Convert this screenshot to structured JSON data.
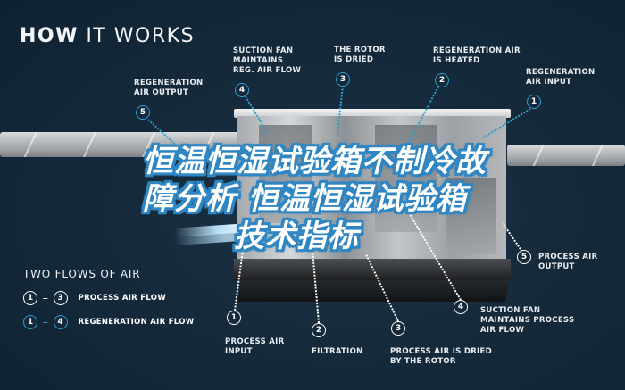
{
  "header": {
    "title_bold": "HOW",
    "title_rest": " IT WORKS"
  },
  "overlay_title": {
    "line1": "恒温恒湿试验箱不制冷故",
    "line2": "障分析  恒温恒湿试验箱",
    "line3": "技术指标"
  },
  "regeneration_steps": [
    {
      "num": "5",
      "label": "REGENERATION\nAIR OUTPUT"
    },
    {
      "num": "4",
      "label": "SUCTION FAN\nMAINTAINS\nREG. AIR FLOW"
    },
    {
      "num": "3",
      "label": "THE ROTOR\nIS DRIED"
    },
    {
      "num": "2",
      "label": "REGENERATION AIR\nIS HEATED"
    },
    {
      "num": "1",
      "label": "REGENERATION\nAIR INPUT"
    }
  ],
  "process_steps": [
    {
      "num": "1",
      "label": "PROCESS AIR\nINPUT"
    },
    {
      "num": "2",
      "label": "FILTRATION"
    },
    {
      "num": "3",
      "label": "PROCESS AIR IS DRIED\nBY THE ROTOR"
    },
    {
      "num": "4",
      "label": "SUCTION FAN\nMAINTAINS PROCESS\nAIR FLOW"
    },
    {
      "num": "5",
      "label": "PROCESS AIR\nOUTPUT"
    }
  ],
  "legend": {
    "title": "TWO FLOWS OF AIR",
    "items": [
      {
        "from": "1",
        "to": "3",
        "label": "PROCESS AIR FLOW",
        "color": "#ffffff"
      },
      {
        "from": "1",
        "to": "4",
        "label": "REGENERATION AIR FLOW",
        "color": "#2f9ccc"
      }
    ]
  },
  "colors": {
    "background": "#152a3b",
    "regeneration_accent": "#2f9ccc",
    "process_accent": "#ffffff",
    "overlay_outline": "#2f86c2"
  }
}
